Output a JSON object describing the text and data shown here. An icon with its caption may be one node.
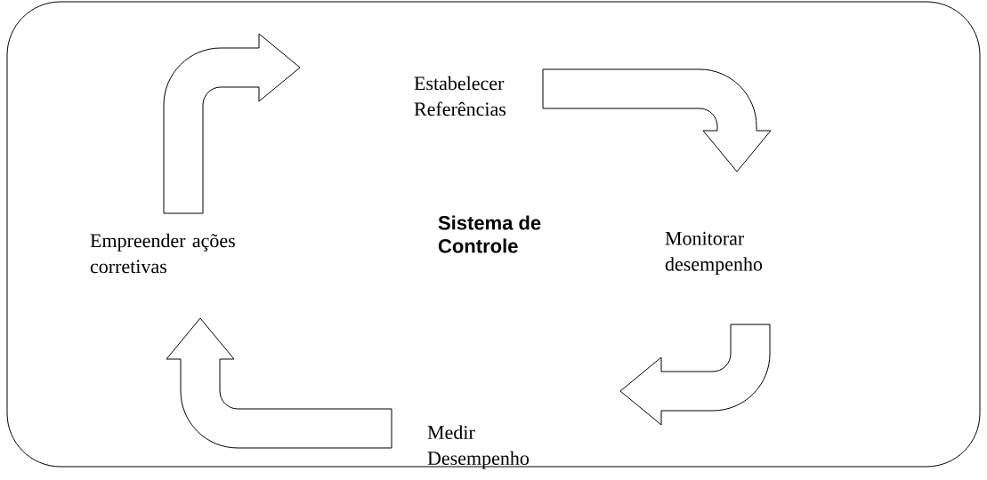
{
  "diagram": {
    "nodes": [
      {
        "text": [
          "Sistema de Controle"
        ]
      },
      {
        "text": [
          "Estabelecer Referências"
        ],
        "in": 0
      },
      {
        "text": [
          "Monitorar desempenho"
        ],
        "in": 0
      },
      {
        "text": [
          "Medir Desempenho"
        ],
        "in": 0
      },
      {
        "text": [
          "Empreender ações corretivas"
        ],
        "in": 0
      }
    ],
    "edges": [
      {
        "from": 4,
        "to": 1,
        "arrow": "to"
      },
      {
        "from": 1,
        "to": 2,
        "arrow": "to"
      },
      {
        "from": 2,
        "to": 3,
        "arrow": "to"
      },
      {
        "from": 3,
        "to": 4,
        "arrow": "to"
      }
    ]
  }
}
